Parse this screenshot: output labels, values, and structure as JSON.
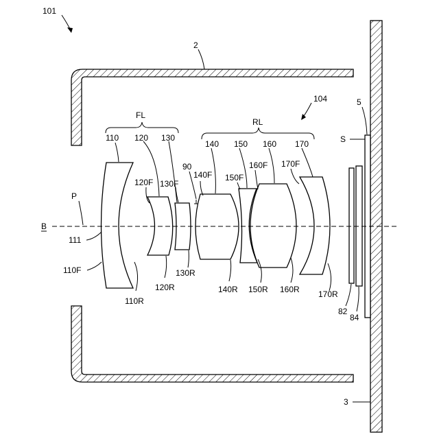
{
  "labels": {
    "device": "101",
    "housing": "2",
    "sensor_module": "104",
    "plate": "5",
    "surface": "S",
    "mount": "3",
    "front_group": "FL",
    "rear_group": "RL",
    "point": "P",
    "axis": "B",
    "l110": "110",
    "l120": "120",
    "l130": "130",
    "l140": "140",
    "l150": "150",
    "l160": "160",
    "l170": "170",
    "l90": "90",
    "l111": "111",
    "l110F": "110F",
    "l110R": "110R",
    "l120F": "120F",
    "l120R": "120R",
    "l130F": "130F",
    "l130R": "130R",
    "l140F": "140F",
    "l140R": "140R",
    "l150F": "150F",
    "l150R": "150R",
    "l160F": "160F",
    "l160R": "160R",
    "l170F": "170F",
    "l170R": "170R",
    "l82": "82",
    "l84": "84"
  }
}
